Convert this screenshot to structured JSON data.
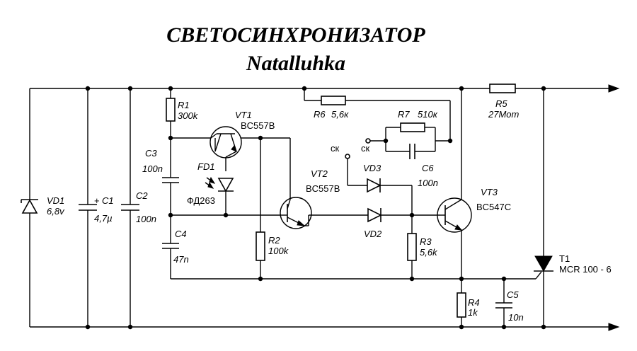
{
  "title": "СВЕТОСИНХРОНИЗАТОР",
  "subtitle": "Natalluhka",
  "components": {
    "vd1": {
      "ref": "VD1",
      "value": "6,8v"
    },
    "c1": {
      "ref": "C1",
      "value": "4,7µ",
      "polarity": "+"
    },
    "c2": {
      "ref": "C2",
      "value": "100n"
    },
    "r1": {
      "ref": "R1",
      "value": "300k"
    },
    "c3": {
      "ref": "C3",
      "value": "100n"
    },
    "c4": {
      "ref": "C4",
      "value": "47n"
    },
    "fd1": {
      "ref": "FD1",
      "value": "ФД263"
    },
    "vt1": {
      "ref": "VT1",
      "value": "BC557B"
    },
    "vt2": {
      "ref": "VT2",
      "value": "BC557B"
    },
    "r2": {
      "ref": "R2",
      "value": "100k"
    },
    "r6": {
      "ref": "R6",
      "value": "5,6к"
    },
    "r7": {
      "ref": "R7",
      "value": "510к"
    },
    "c6": {
      "ref": "C6",
      "value": "100n"
    },
    "vd3": {
      "ref": "VD3"
    },
    "vd2": {
      "ref": "VD2"
    },
    "r3": {
      "ref": "R3",
      "value": "5,6k"
    },
    "vt3": {
      "ref": "VT3",
      "value": "BC547C"
    },
    "r4": {
      "ref": "R4",
      "value": "1k"
    },
    "c5": {
      "ref": "C5",
      "value": "10n"
    },
    "r5": {
      "ref": "R5",
      "value": "27Mom"
    },
    "t1": {
      "ref": "T1",
      "value": "MCR 100 - 6"
    }
  },
  "contacts": {
    "left": "ск",
    "right": "ск"
  },
  "colors": {
    "ink": "#000000",
    "background": "#ffffff"
  }
}
